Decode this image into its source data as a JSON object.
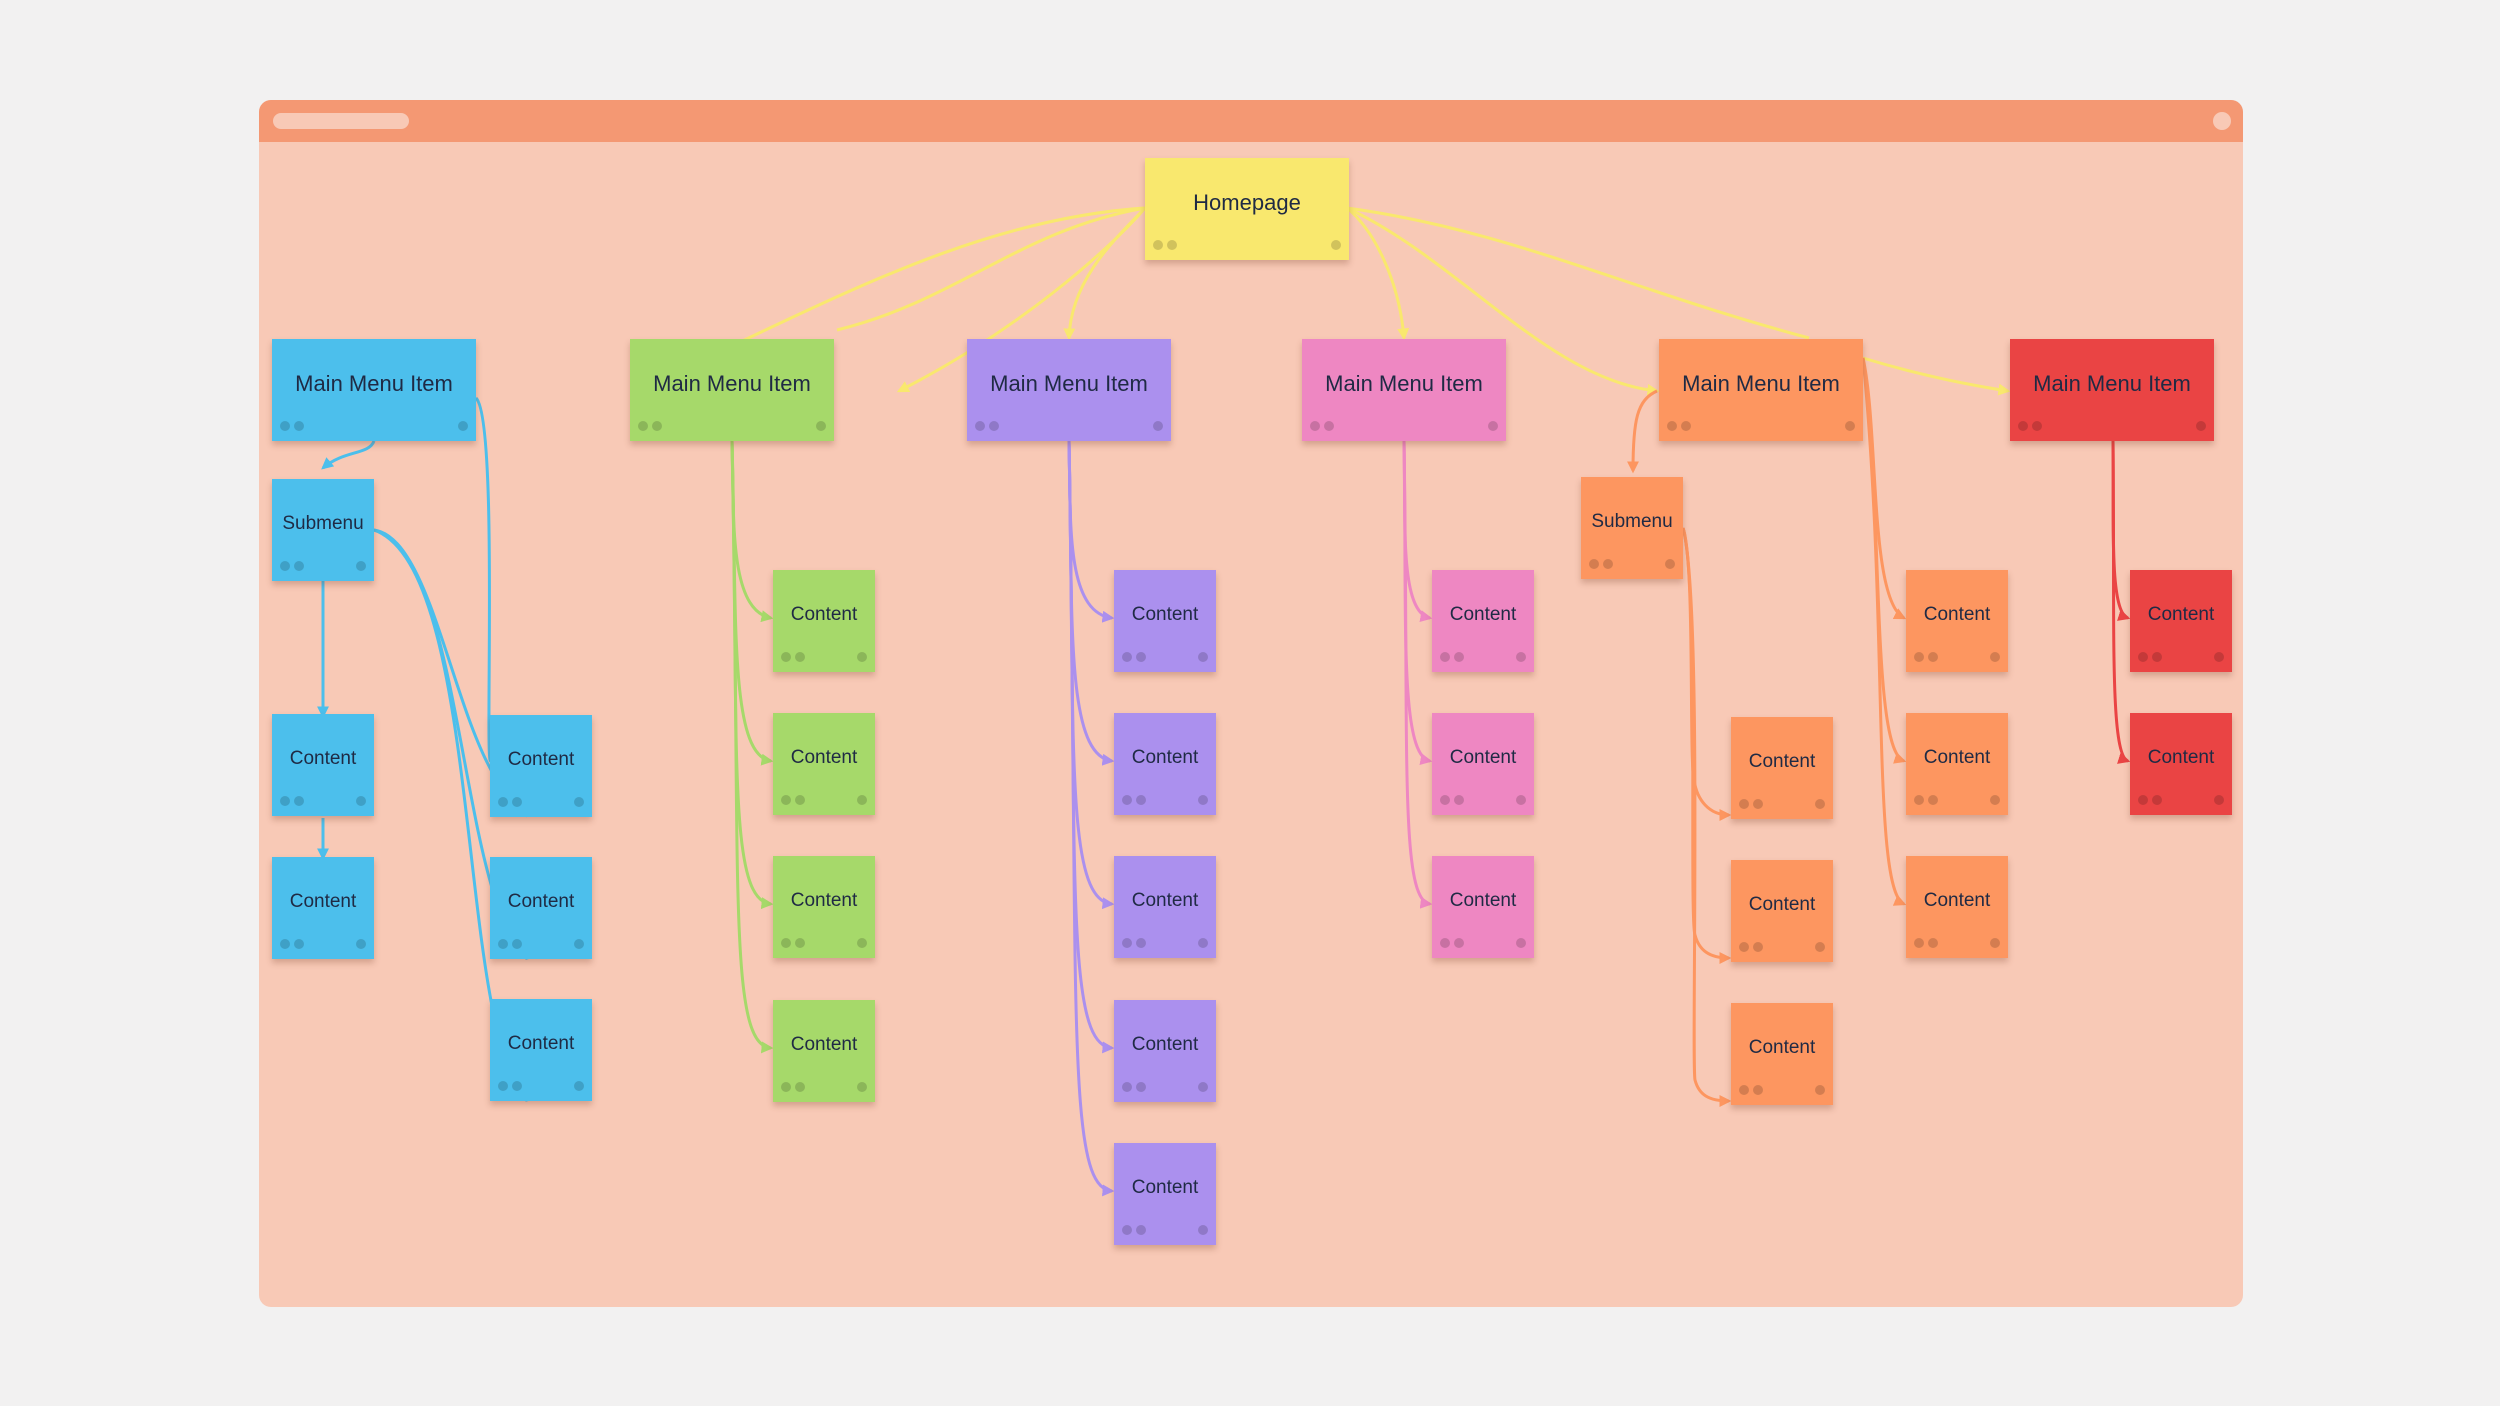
{
  "colors": {
    "yellow": "#f9e86e",
    "blue": "#4cbfec",
    "green": "#a6d96a",
    "purple": "#ab90ee",
    "pink": "#ee87c2",
    "orange": "#fd9660",
    "red": "#ea4444",
    "window": "#f8c9b6",
    "titlebar": "#f49873"
  },
  "homepage": {
    "label": "Homepage"
  },
  "main_menu_item_label": "Main Menu Item",
  "submenu_label": "Submenu",
  "content_label": "Content",
  "branches": [
    {
      "color": "blue",
      "submenu": true,
      "content_count": 5
    },
    {
      "color": "green",
      "submenu": false,
      "content_count": 4
    },
    {
      "color": "purple",
      "submenu": false,
      "content_count": 5
    },
    {
      "color": "pink",
      "submenu": false,
      "content_count": 3
    },
    {
      "color": "orange",
      "submenu": true,
      "content_count": 6
    },
    {
      "color": "red",
      "submenu": false,
      "content_count": 2
    }
  ]
}
